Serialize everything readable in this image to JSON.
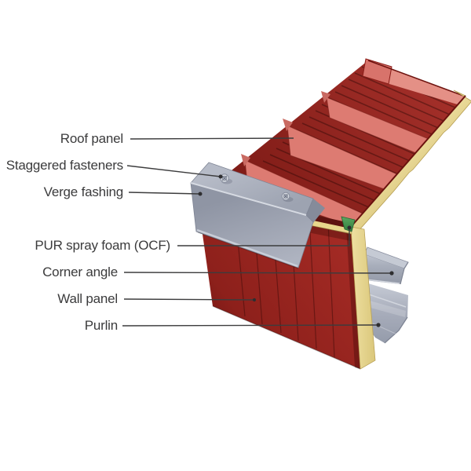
{
  "figure": {
    "background": "#ffffff",
    "labels": [
      {
        "id": "roof-panel",
        "text": "Roof panel"
      },
      {
        "id": "staggered-fasteners",
        "text": "Staggered fasteners"
      },
      {
        "id": "verge-fashing",
        "text": "Verge fashing"
      },
      {
        "id": "pur-spray-foam",
        "text": "PUR spray foam (OCF)"
      },
      {
        "id": "corner-angle",
        "text": "Corner angle"
      },
      {
        "id": "wall-panel",
        "text": "Wall panel"
      },
      {
        "id": "purlin",
        "text": "Purlin"
      }
    ],
    "colors": {
      "roof_red_dark": "#8d1f1a",
      "roof_red_deep": "#741611",
      "rib_face_salmon": "#dd7b72",
      "rib_face_salmon_light": "#e49086",
      "rib_lip": "#d8736b",
      "bump_salmon": "#c96a62",
      "foam_yellow": "#e8d78c",
      "wall_red": "#9a2521",
      "eave_edge_dark": "#5e1310",
      "steel_gray": "#a6abb9",
      "steel_gray_light": "#c2c7d2",
      "steel_gray_end": "#858b9a",
      "spray_foam_green": "#3f8f4c",
      "leader_line": "#3c3c3d",
      "leader_dot": "#2e2e30",
      "label_text": "#3b3b3c"
    }
  }
}
